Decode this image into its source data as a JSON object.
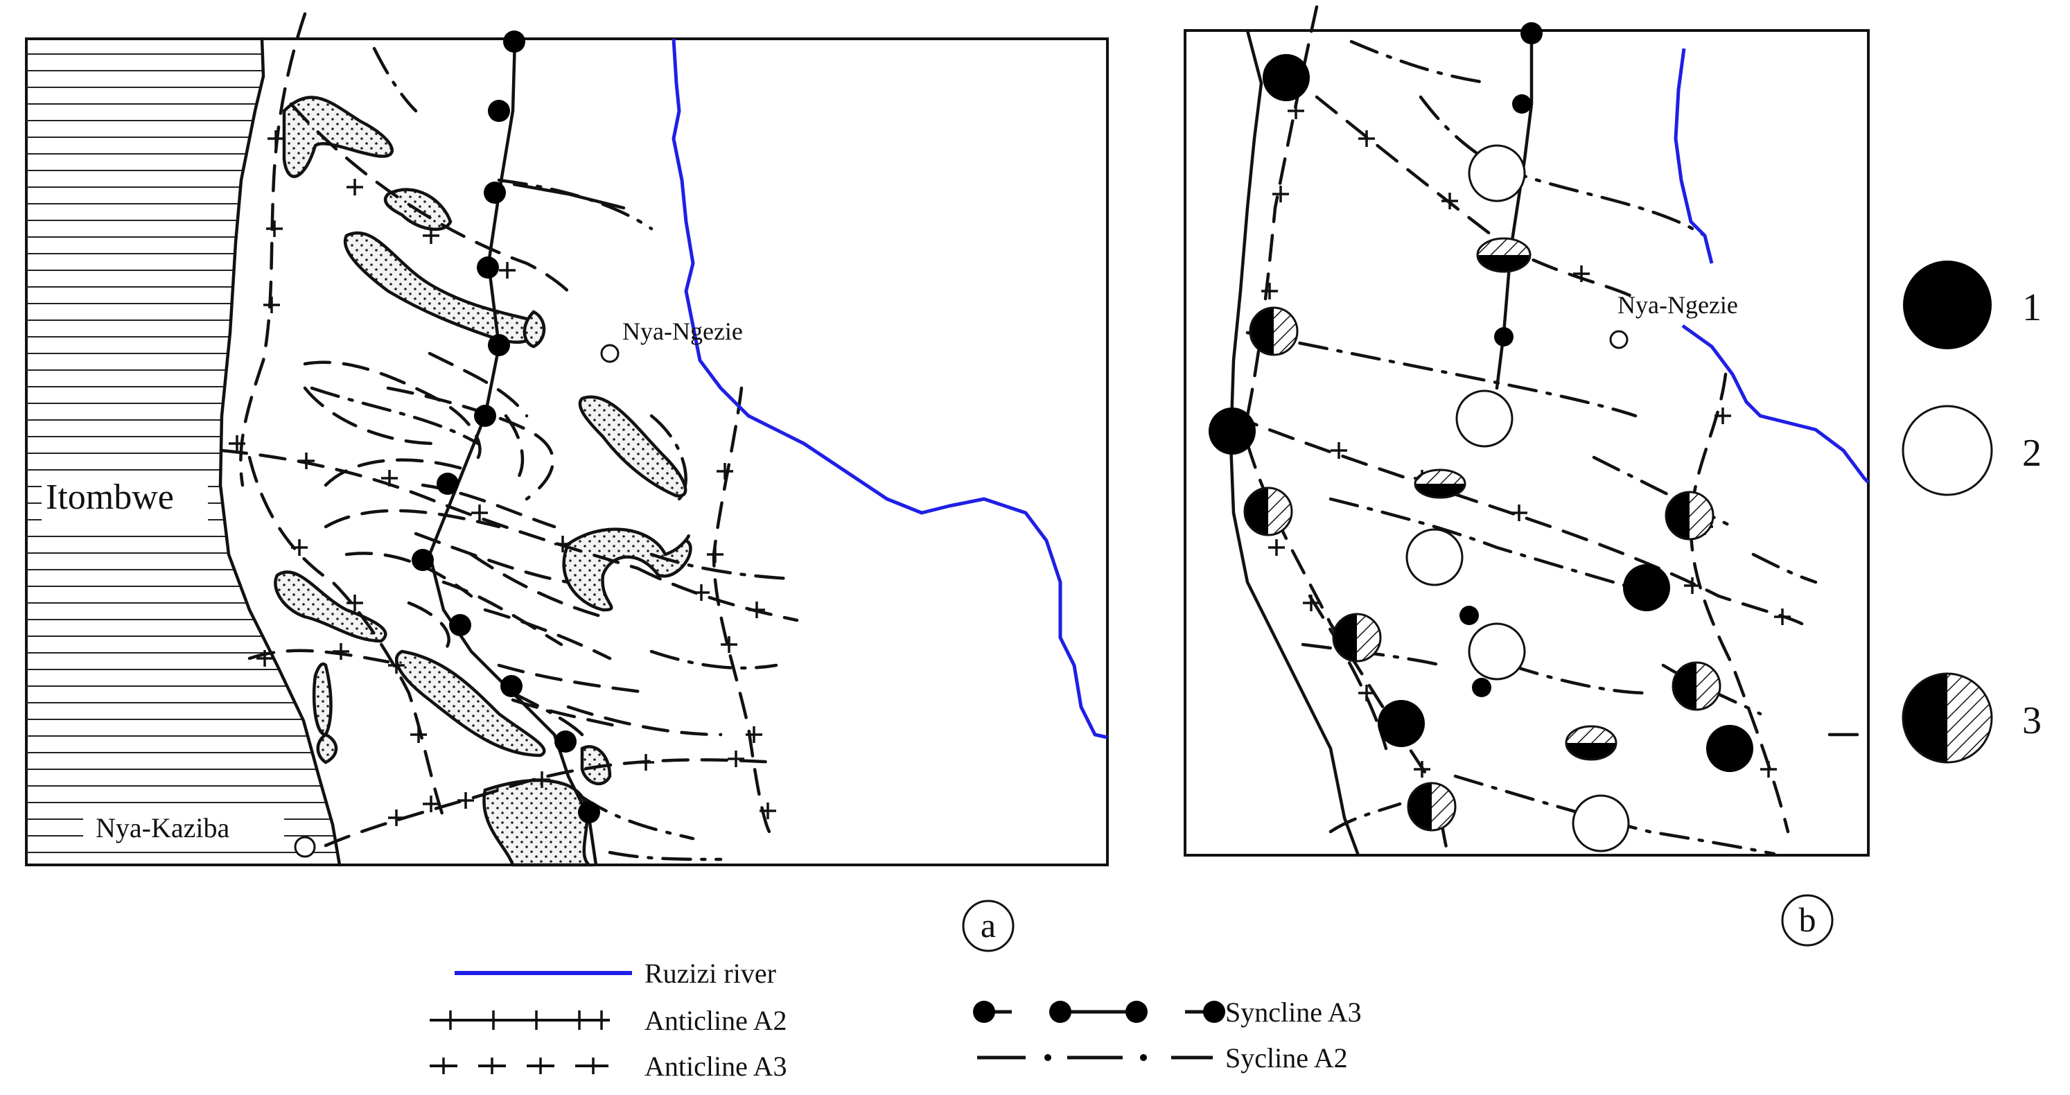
{
  "panels": {
    "a": {
      "label": "a",
      "region_label": "Itombwe",
      "towns": [
        "Nya-Ngezie",
        "Nya-Kaziba"
      ]
    },
    "b": {
      "label": "b",
      "towns": [
        "Nya-Ngezie"
      ]
    }
  },
  "side_legend": [
    {
      "symbol": "filled-circle",
      "label": "1"
    },
    {
      "symbol": "open-circle",
      "label": "2"
    },
    {
      "symbol": "half-filled-half-hatched-circle",
      "label": "3"
    }
  ],
  "legend": [
    {
      "symbol": "blue-line",
      "label": "Ruzizi river",
      "color": "#1f1fe6"
    },
    {
      "symbol": "cross-line-dense",
      "label": "Anticline A2"
    },
    {
      "symbol": "cross-line-sparse",
      "label": "Anticline A3"
    },
    {
      "symbol": "dot-line",
      "label": "Syncline A3"
    },
    {
      "symbol": "dash-dot-line",
      "label": "Sycline A2"
    }
  ],
  "colors": {
    "river": "#1f1fe6",
    "ink": "#111111",
    "background": "#ffffff"
  }
}
